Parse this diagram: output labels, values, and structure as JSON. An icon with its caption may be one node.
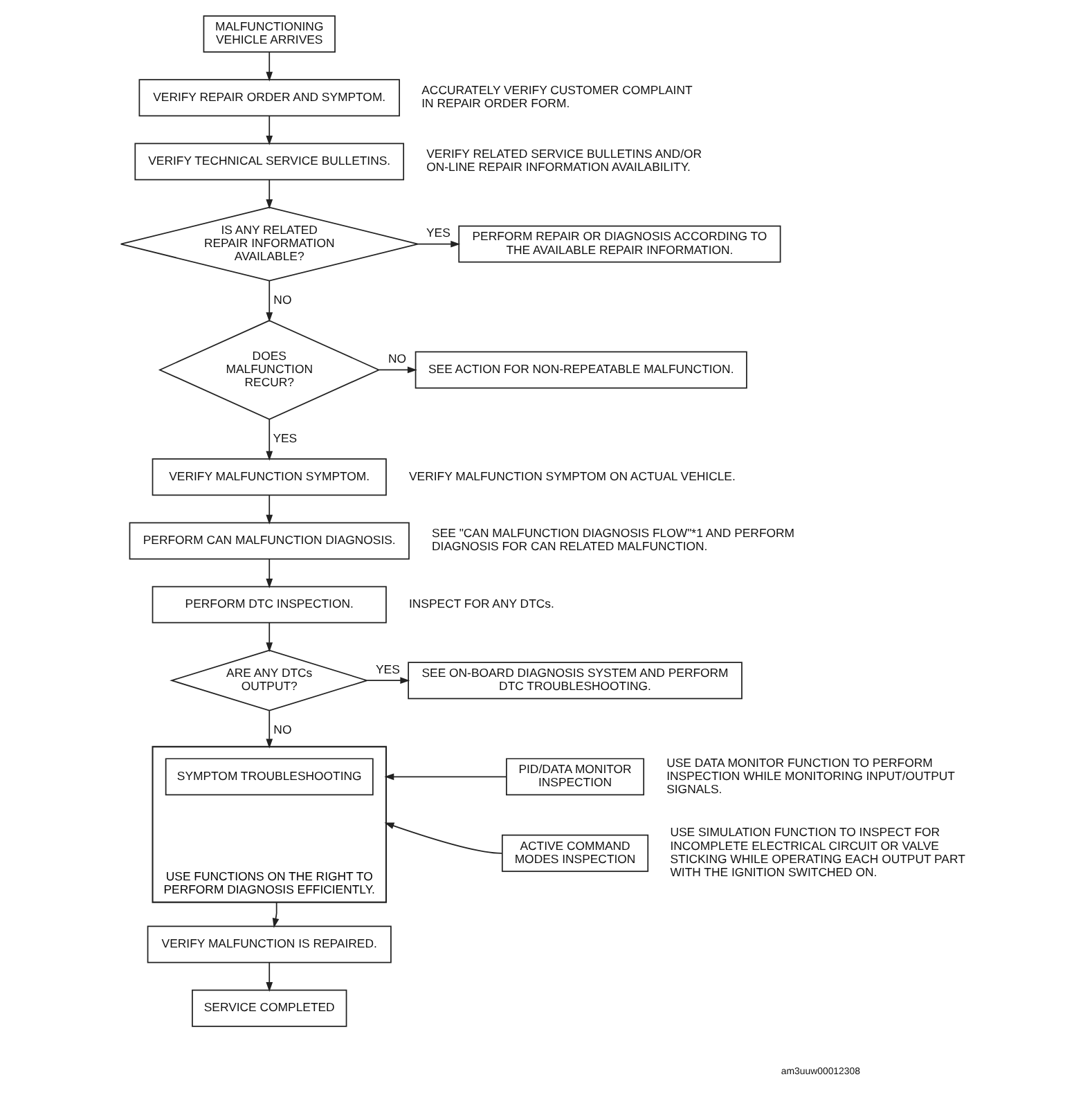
{
  "diagram": {
    "nodes": [
      {
        "text": [
          "MALFUNCTIONING VEHICLE ARRIVES"
        ]
      },
      {
        "text": [
          "VERIFY REPAIR ORDER AND SYMPTOM."
        ],
        "beside": [
          "ACCURATELY VERIFY CUSTOMER COMPLAINT IN REPAIR ORDER FORM."
        ]
      },
      {
        "text": [
          "VERIFY TECHNICAL SERVICE BULLETINS."
        ],
        "beside": [
          "VERIFY RELATED SERVICE BULLETINS AND/OR ON-LINE REPAIR INFORMATION AVAILABILITY."
        ]
      },
      {
        "text": [
          "IS ANY RELATED REPAIR INFORMATION AVAILABLE?"
        ]
      },
      {
        "text": [
          "PERFORM REPAIR OR DIAGNOSIS ACCORDING TO THE AVAILABLE REPAIR INFORMATION."
        ]
      },
      {
        "text": [
          "DOES MALFUNCTION RECUR?"
        ]
      },
      {
        "text": [
          "SEE ACTION FOR NON-REPEATABLE MALFUNCTION."
        ]
      },
      {
        "text": [
          "VERIFY MALFUNCTION SYMPTOM."
        ],
        "beside": [
          "VERIFY MALFUNCTION SYMPTOM ON ACTUAL VEHICLE."
        ]
      },
      {
        "text": [
          "PERFORM CAN MALFUNCTION DIAGNOSIS."
        ],
        "beside": [
          "SEE \"CAN MALFUNCTION DIAGNOSIS FLOW\"*1 AND PERFORM DIAGNOSIS FOR CAN RELATED MALFUNCTION."
        ]
      },
      {
        "text": [
          "PERFORM DTC INSPECTION."
        ],
        "beside": [
          "INSPECT FOR ANY DTCs."
        ]
      },
      {
        "text": [
          "ARE ANY DTCs OUTPUT?"
        ]
      },
      {
        "text": [
          "SEE ON-BOARD DIAGNOSIS SYSTEM AND PERFORM DTC TROUBLESHOOTING."
        ]
      },
      {
        "text": [
          "USE FUNCTIONS ON THE RIGHT TO PERFORM DIAGNOSIS EFFICIENTLY."
        ]
      },
      {
        "text": [
          "SYMPTOM TROUBLESHOOTING"
        ],
        "in": 12
      },
      {
        "text": [
          "PID/DATA MONITOR INSPECTION"
        ],
        "beside": [
          "USE DATA MONITOR FUNCTION TO PERFORM INSPECTION WHILE MONITORING INPUT/OUTPUT SIGNALS."
        ]
      },
      {
        "text": [
          "ACTIVE COMMAND MODES INSPECTION"
        ],
        "beside": [
          "USE SIMULATION FUNCTION TO INSPECT FOR INCOMPLETE ELECTRICAL CIRCUIT OR VALVE STICKING WHILE OPERATING EACH OUTPUT PART WITH THE IGNITION SWITCHED ON."
        ]
      },
      {
        "text": [
          "VERIFY MALFUNCTION IS REPAIRED."
        ]
      },
      {
        "text": [
          "SERVICE COMPLETED"
        ]
      }
    ],
    "edges": [
      {
        "from": 0,
        "to": 1,
        "arrow": "to"
      },
      {
        "from": 1,
        "to": 2,
        "arrow": "to"
      },
      {
        "from": 2,
        "to": 3,
        "arrow": "to"
      },
      {
        "from": 3,
        "to": 4,
        "arrow": "to",
        "label": "YES"
      },
      {
        "from": 3,
        "to": 5,
        "arrow": "to",
        "label": "NO"
      },
      {
        "from": 5,
        "to": 6,
        "arrow": "to",
        "label": "NO"
      },
      {
        "from": 5,
        "to": 7,
        "arrow": "to",
        "label": "YES"
      },
      {
        "from": 7,
        "to": 8,
        "arrow": "to"
      },
      {
        "from": 8,
        "to": 9,
        "arrow": "to"
      },
      {
        "from": 9,
        "to": 10,
        "arrow": "to"
      },
      {
        "from": 10,
        "to": 11,
        "arrow": "to",
        "label": "YES"
      },
      {
        "from": 10,
        "to": 12,
        "arrow": "to",
        "label": "NO"
      },
      {
        "from": 14,
        "to": 12,
        "arrow": "to"
      },
      {
        "from": 15,
        "to": 12,
        "arrow": "to"
      },
      {
        "from": 12,
        "to": 16,
        "arrow": "to"
      },
      {
        "from": 16,
        "to": 17,
        "arrow": "to"
      }
    ],
    "labels": [
      "am3uuw00012308"
    ]
  }
}
